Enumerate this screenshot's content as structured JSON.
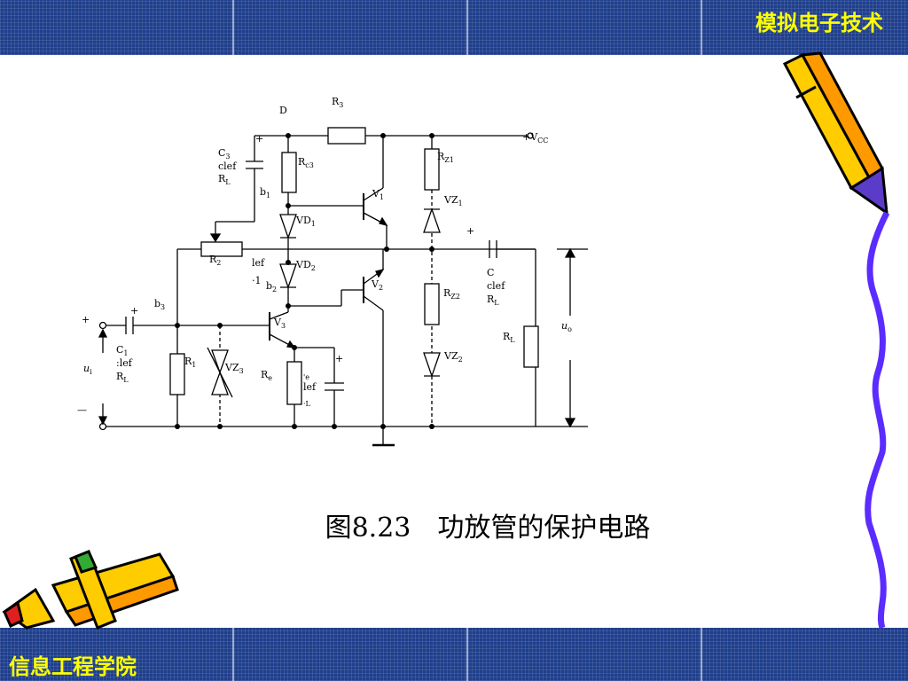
{
  "header": {
    "course_title": "模拟电子技术"
  },
  "footer": {
    "school_name": "信息工程学院"
  },
  "figure": {
    "caption": "图8.23　功放管的保护电路"
  },
  "labels": {
    "D": "D",
    "R3": "R",
    "R3_sub": "3",
    "Vcc": "+V",
    "Vcc_sub": "CC",
    "C3": "C",
    "C3_sub": "3",
    "clef1": "clef",
    "RL1": "R",
    "RL1_sub": "L",
    "Rc3": "R",
    "Rc3_sub": "c3",
    "b1": "b",
    "b1_sub": "1",
    "V1": "V",
    "V1_sub": "1",
    "RZ1": "R",
    "RZ1_sub": "Z1",
    "VZ1": "VZ",
    "VZ1_sub": "1",
    "VD1": "VD",
    "VD1_sub": "1",
    "plus_top": "+",
    "plus_out": "+",
    "R2": "R",
    "R2_sub": "2",
    "lef1": "lef",
    "dot1": "·1",
    "VD2": "VD",
    "VD2_sub": "2",
    "C_out": "C",
    "clef2": "clef",
    "RL2": "R",
    "RL2_sub": "L",
    "b2": "b",
    "b2_sub": "2",
    "V2": "V",
    "V2_sub": "2",
    "RZ2": "R",
    "RZ2_sub": "Z2",
    "b3": "b",
    "b3_sub": "3",
    "plus_in": "+",
    "plus_c1": "+",
    "V3": "V",
    "V3_sub": "3",
    "uo": "u",
    "uo_sub": "o",
    "RL_load": "R",
    "RL_load_sub": "L",
    "C1": "C",
    "C1_sub": "1",
    "lef_c1": ":lef",
    "RL_c1": "R",
    "RL_c1_sub": "L",
    "ui": "u",
    "ui_sub": "i",
    "R1": "R",
    "R1_sub": "1",
    "VZ3": "VZ",
    "VZ3_sub": "3",
    "Re": "R",
    "Re_sub": "e",
    "re_small": "'e",
    "lef_e": "lef",
    "l_e": "·L",
    "plus_ce": "+",
    "VZ2": "VZ",
    "VZ2_sub": "2",
    "minus_in": "—"
  }
}
